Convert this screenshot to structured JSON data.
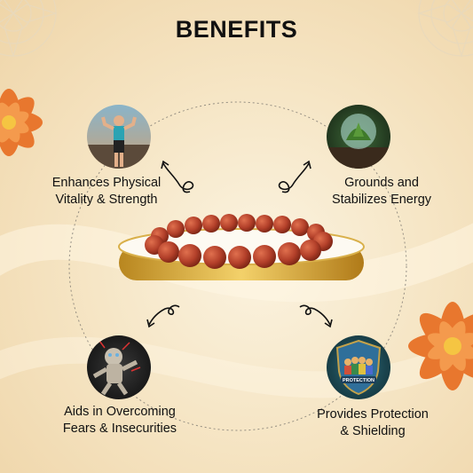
{
  "title": "BENEFITS",
  "benefits": [
    {
      "label_line1": "Enhances Physical",
      "label_line2": "Vitality & Strength",
      "icon": "athlete-flexing-icon"
    },
    {
      "label_line1": "Grounds and",
      "label_line2": "Stabilizes Energy",
      "icon": "earth-sphere-icon"
    },
    {
      "label_line1": "Aids in Overcoming",
      "label_line2": "Fears & Insecurities",
      "icon": "voodoo-doll-icon"
    },
    {
      "label_line1": "Provides Protection",
      "label_line2": "& Shielding",
      "icon": "protection-shield-icon"
    }
  ],
  "badge_text": "PROTECTION",
  "colors": {
    "background": "#f6e6c6",
    "flower": "#e8772e",
    "bead": "#b3402a",
    "gold": "#d4a531",
    "text": "#111111"
  }
}
